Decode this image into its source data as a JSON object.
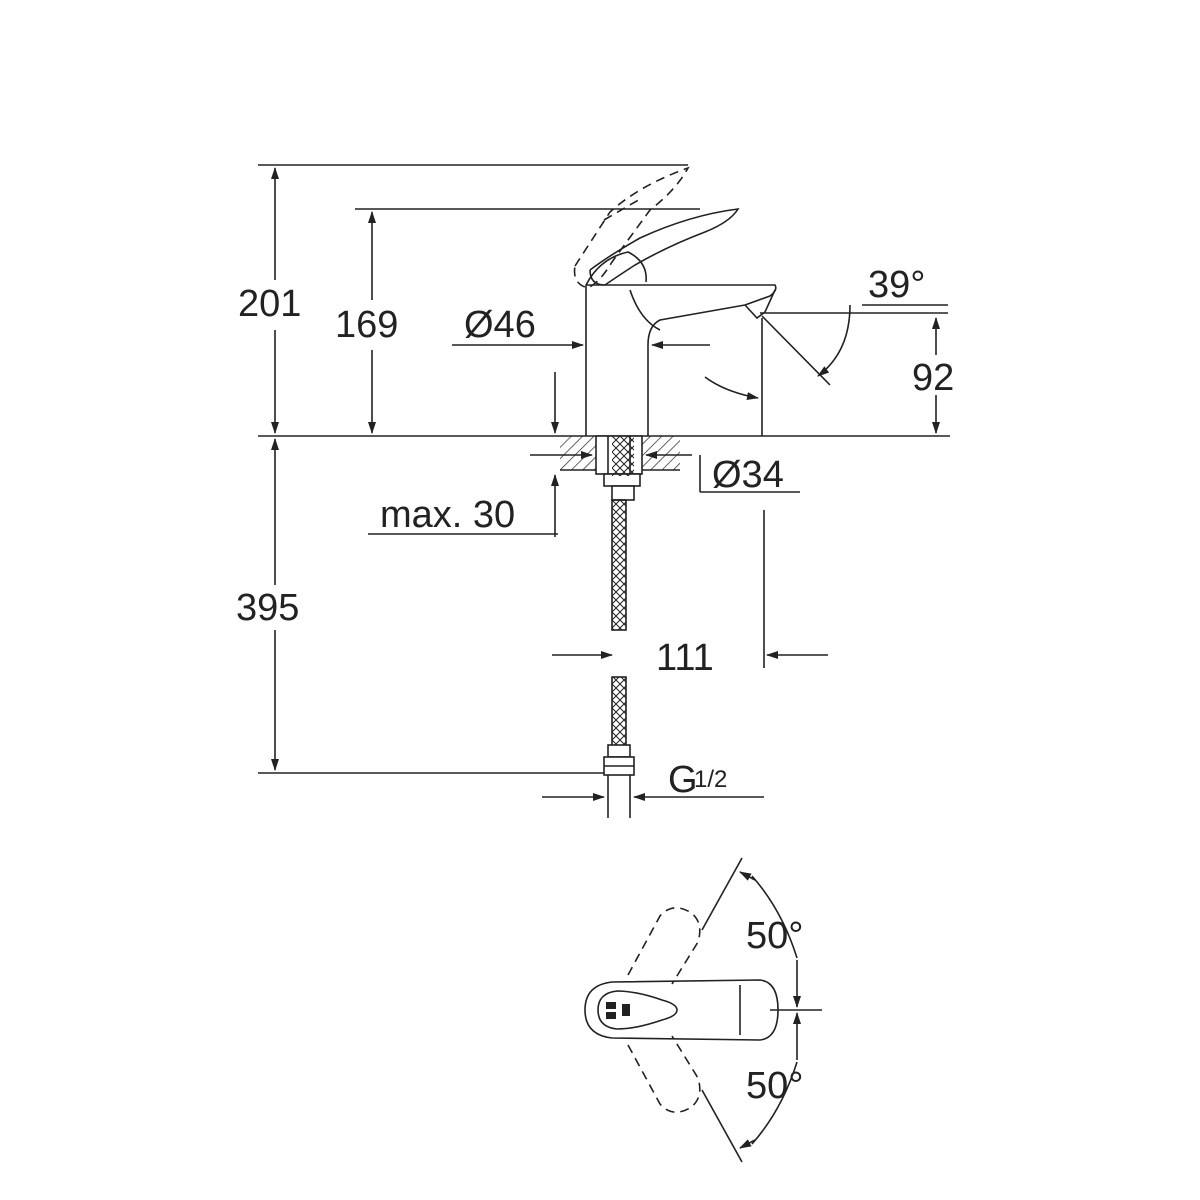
{
  "colors": {
    "line": "#222222",
    "background": "#ffffff"
  },
  "side_view": {
    "dim_total_height": "201",
    "dim_spout_height": "169",
    "dim_body_diameter": "Ø46",
    "dim_spout_angle": "39°",
    "dim_outlet_height": "92",
    "dim_hole_diameter": "Ø34",
    "dim_max_deck": "max. 30",
    "dim_hose_length": "395",
    "dim_spout_reach": "111",
    "dim_thread_main": "G",
    "dim_thread_frac": "1/2"
  },
  "top_view": {
    "dim_angle_upper": "50°",
    "dim_angle_lower": "50°"
  }
}
